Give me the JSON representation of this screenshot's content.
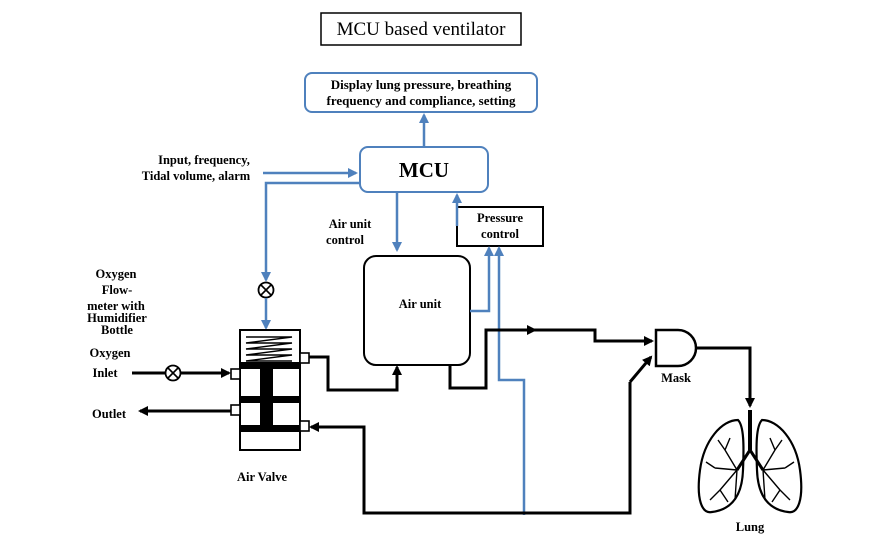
{
  "title": "MCU based ventilator",
  "display_box": {
    "line1": "Display lung pressure, breathing",
    "line2": "frequency and compliance, setting"
  },
  "mcu_label": "MCU",
  "input_label": {
    "line1": "Input, frequency,",
    "line2": "Tidal volume, alarm"
  },
  "air_unit_control_label": {
    "line1": "Air unit",
    "line2": "control"
  },
  "pressure_control": {
    "line1": "Pressure",
    "line2": "control"
  },
  "air_unit_label": "Air unit",
  "oxygen_flowmeter_label": {
    "line1": "Oxygen",
    "line2": "Flow-",
    "line3": "meter with",
    "line4": "Humidifier",
    "line5": "Bottle"
  },
  "oxygen_inlet_label": {
    "line1": "Oxygen",
    "line2": "Inlet"
  },
  "outlet_label": "Outlet",
  "air_valve_label": "Air Valve",
  "mask_label": "Mask",
  "lung_label": "Lung",
  "colors": {
    "signal_line": "#4f81bd",
    "flow_line": "#000000"
  }
}
